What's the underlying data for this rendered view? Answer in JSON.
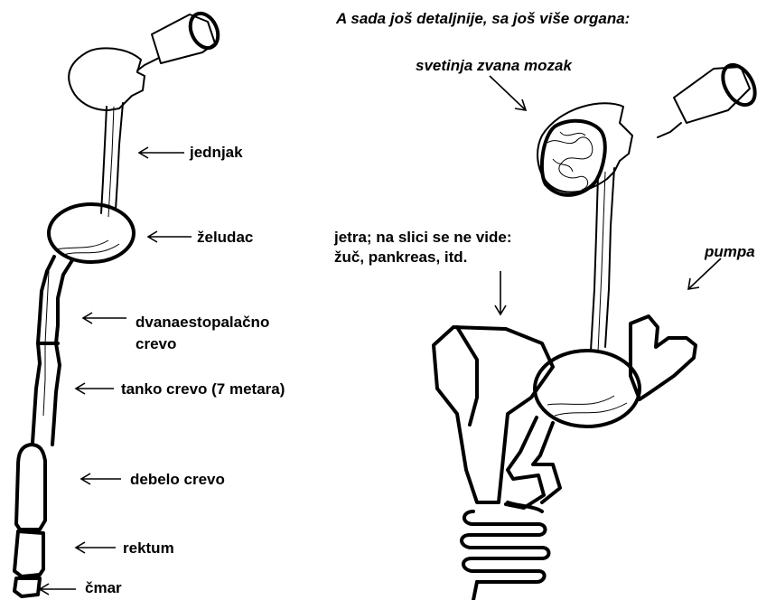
{
  "heading": "A sada još detaljnije, sa još više organa:",
  "left_labels": {
    "esophagus": "jednjak",
    "stomach": "želudac",
    "duodenum_line1": "dvanaestopalačno",
    "duodenum_line2": "crevo",
    "small_intestine": "tanko crevo (7 metara)",
    "large_intestine": "debelo crevo",
    "rectum": "rektum",
    "anus": "čmar"
  },
  "right_labels": {
    "brain": "svetinja zvana mozak",
    "liver_line1": "jetra; na slici se ne vide:",
    "liver_line2": "žuč, pankreas, itd.",
    "heart": "pumpa"
  }
}
